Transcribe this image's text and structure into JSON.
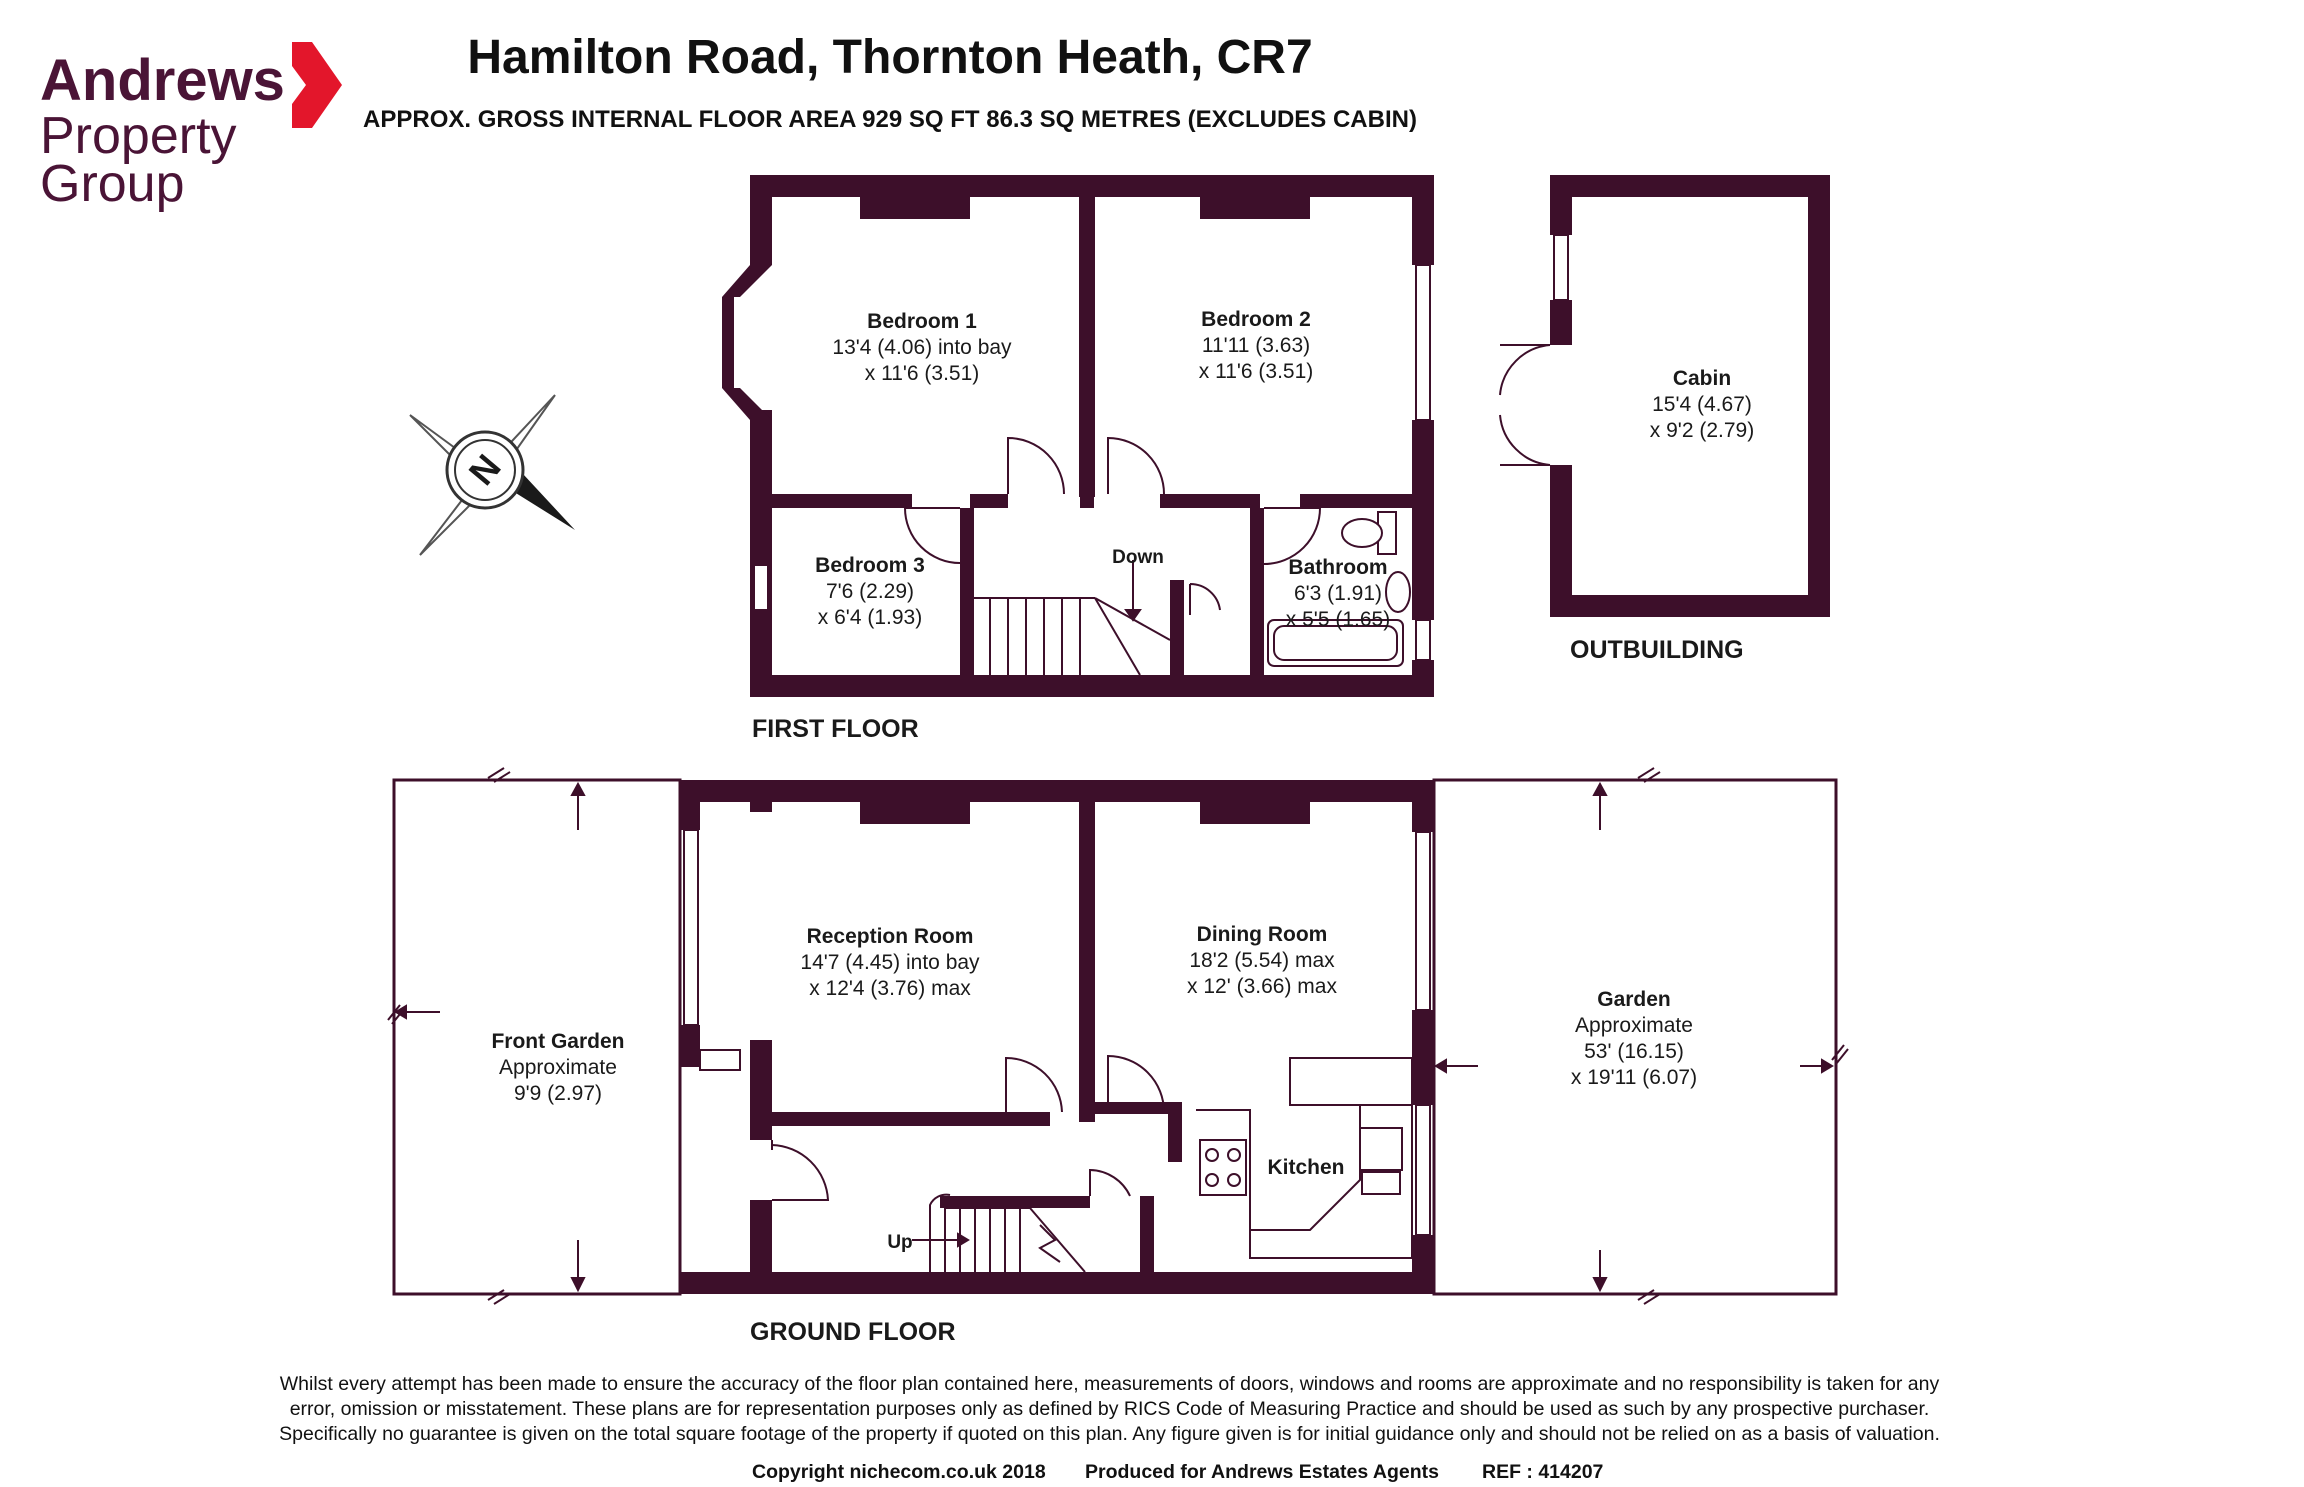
{
  "logo": {
    "line1": "Andrews",
    "line2": "Property",
    "line3": "Group",
    "brand_color": "#4a1436",
    "accent_color": "#e3162b"
  },
  "title": "Hamilton Road, Thornton Heath, CR7",
  "subtitle": "APPROX. GROSS INTERNAL FLOOR AREA 929 SQ FT 86.3 SQ METRES (EXCLUDES CABIN)",
  "compass": {
    "label": "N",
    "icon": "compass-icon"
  },
  "floors": {
    "first": "FIRST FLOOR",
    "ground": "GROUND FLOOR",
    "outbuilding": "OUTBUILDING"
  },
  "rooms": {
    "bedroom1": {
      "name": "Bedroom 1",
      "dim1": "13'4 (4.06) into bay",
      "dim2": "x 11'6 (3.51)"
    },
    "bedroom2": {
      "name": "Bedroom 2",
      "dim1": "11'11 (3.63)",
      "dim2": "x 11'6 (3.51)"
    },
    "bedroom3": {
      "name": "Bedroom 3",
      "dim1": "7'6 (2.29)",
      "dim2": "x 6'4 (1.93)"
    },
    "bathroom": {
      "name": "Bathroom",
      "dim1": "6'3 (1.91)",
      "dim2": "x 5'5 (1.65)"
    },
    "cabin": {
      "name": "Cabin",
      "dim1": "15'4 (4.67)",
      "dim2": "x 9'2 (2.79)"
    },
    "reception": {
      "name": "Reception Room",
      "dim1": "14'7 (4.45) into bay",
      "dim2": "x 12'4 (3.76) max"
    },
    "dining": {
      "name": "Dining Room",
      "dim1": "18'2 (5.54) max",
      "dim2": "x 12' (3.66) max"
    },
    "kitchen": {
      "name": "Kitchen"
    },
    "front_garden": {
      "name": "Front Garden",
      "dim1": "Approximate",
      "dim2": "9'9 (2.97)"
    },
    "garden": {
      "name": "Garden",
      "dim1": "Approximate",
      "dim2": "53' (16.15)",
      "dim3": "x 19'11 (6.07)"
    }
  },
  "stairs": {
    "down": "Down",
    "up": "Up"
  },
  "disclaimer": {
    "line1": "Whilst every attempt has been made to ensure the accuracy of the floor plan contained here, measurements of doors, windows and rooms are approximate and no responsibility is taken for any",
    "line2": "error, omission or misstatement. These plans are for representation purposes only as defined by RICS Code of Measuring Practice and should be used as such by any prospective purchaser.",
    "line3": "Specifically no guarantee is given on the total square footage of the property if quoted on this plan. Any figure given is for initial guidance only and should not be relied on as a basis of valuation."
  },
  "footer": {
    "copyright": "Copyright nichecom.co.uk 2018",
    "produced": "Produced for Andrews Estates Agents",
    "ref": "REF : 414207"
  },
  "colors": {
    "wall": "#3d0f2a",
    "line": "#3d0f2a"
  }
}
